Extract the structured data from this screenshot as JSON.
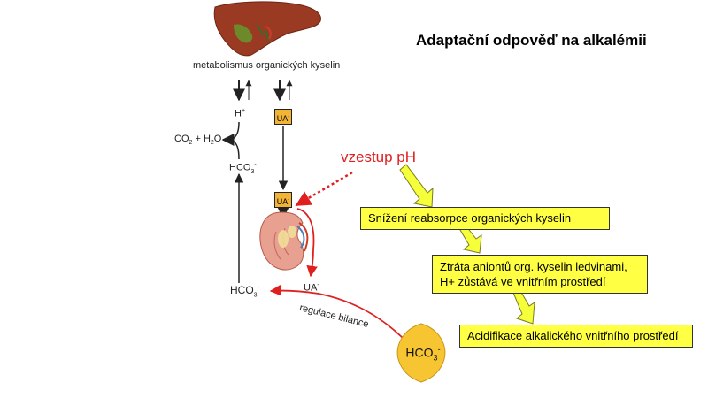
{
  "title": "Adaptační odpověď na alkalémii",
  "liver_caption": "metabolismus organických kyselin",
  "labels": {
    "h_plus": "H",
    "h_plus_sup": "+",
    "co2_h2o_a": "CO",
    "co2_h2o_sub": "2",
    "co2_h2o_b": " + H",
    "co2_h2o_sub2": "2",
    "co2_h2o_c": "O",
    "hco3_top": "HCO",
    "hco3_top_sub": "3",
    "hco3_top_sup": "-",
    "hco3_bottom": "HCO",
    "hco3_bottom_sub": "3",
    "hco3_bottom_sup": "-",
    "ua_out": "UA",
    "ua_out_sup": "-",
    "regulation": "regulace bilance"
  },
  "ua_boxes": {
    "upper": "UA",
    "upper_sup": "-",
    "lower": "UA",
    "lower_sup": "-"
  },
  "trigger": "vzestup pH",
  "steps": [
    {
      "line1": "Snížení reabsorpce organických kyselin",
      "line2": ""
    },
    {
      "line1": "Ztráta aniontů org. kyselin ledvinami,",
      "line2": "H+ zůstává ve vnitřním prostředí"
    },
    {
      "line1": "Acidifikace alkalického vnitřního prostředí",
      "line2": ""
    }
  ],
  "drop": {
    "text": "HCO",
    "sub": "3",
    "sup": "-"
  },
  "colors": {
    "box_fill": "#ffff44",
    "arrow_fill": "#f5ff3a",
    "red": "#e02020",
    "ua_fill": "#f2b434",
    "liver": "#9b3a22",
    "kidney": "#e8a090",
    "drop_fill": "#f7c531"
  }
}
